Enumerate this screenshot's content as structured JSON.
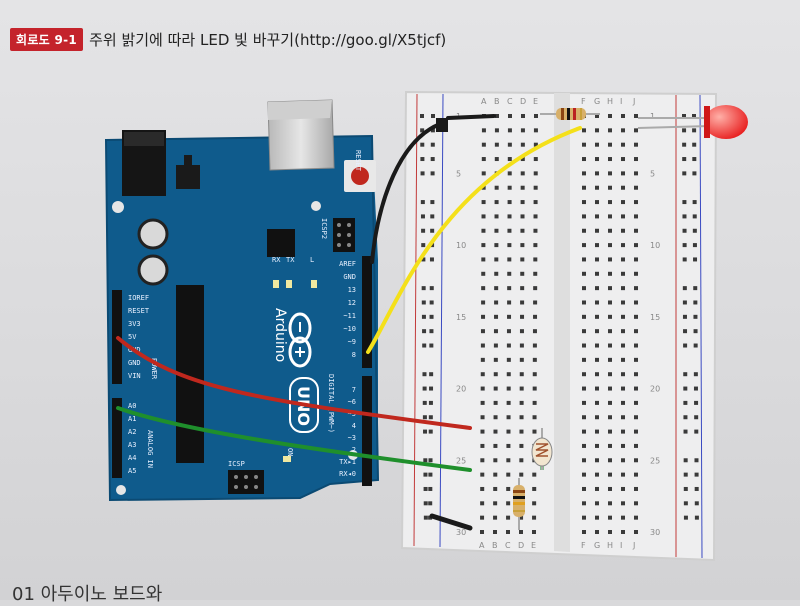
{
  "caption": {
    "badge": "회로도 9-1",
    "title": "주위 밝기에 따라 LED 빛 바꾸기(http://goo.gl/X5tjcf)"
  },
  "footer": {
    "text": "01 아두이노 보드와"
  },
  "arduino": {
    "reset": "RESET",
    "icsp2": "ICSP2",
    "icsp": "ICSP",
    "brand": "Arduino",
    "model": "UNO",
    "rx": "RX",
    "tx": "TX",
    "l": "L",
    "on": "ON",
    "digital": "DIGITAL (PWM~)",
    "power": "POWER",
    "analog": "ANALOG IN",
    "power_pins": [
      "IOREF",
      "RESET",
      "3V3",
      "5V",
      "GND",
      "GND",
      "VIN"
    ],
    "analog_pins": [
      "A0",
      "A1",
      "A2",
      "A3",
      "A4",
      "A5"
    ],
    "digital_pins": [
      "AREF",
      "GND",
      "13",
      "12",
      "~11",
      "~10",
      "~9",
      "8",
      "7",
      "~6",
      "~5",
      "4",
      "~3",
      "2",
      "TX▸1",
      "RX◂0"
    ]
  },
  "breadboard": {
    "columns": [
      "A",
      "B",
      "C",
      "D",
      "E",
      "F",
      "G",
      "H",
      "I",
      "J"
    ],
    "rows": [
      "1",
      "5",
      "10",
      "15",
      "20",
      "25",
      "30"
    ]
  },
  "wires": {
    "colors": {
      "black": "#1a1a1a",
      "yellow": "#f4e01a",
      "red": "#c0281e",
      "green": "#1f8f2c"
    }
  },
  "led": {
    "color": "#ff3b3b"
  }
}
